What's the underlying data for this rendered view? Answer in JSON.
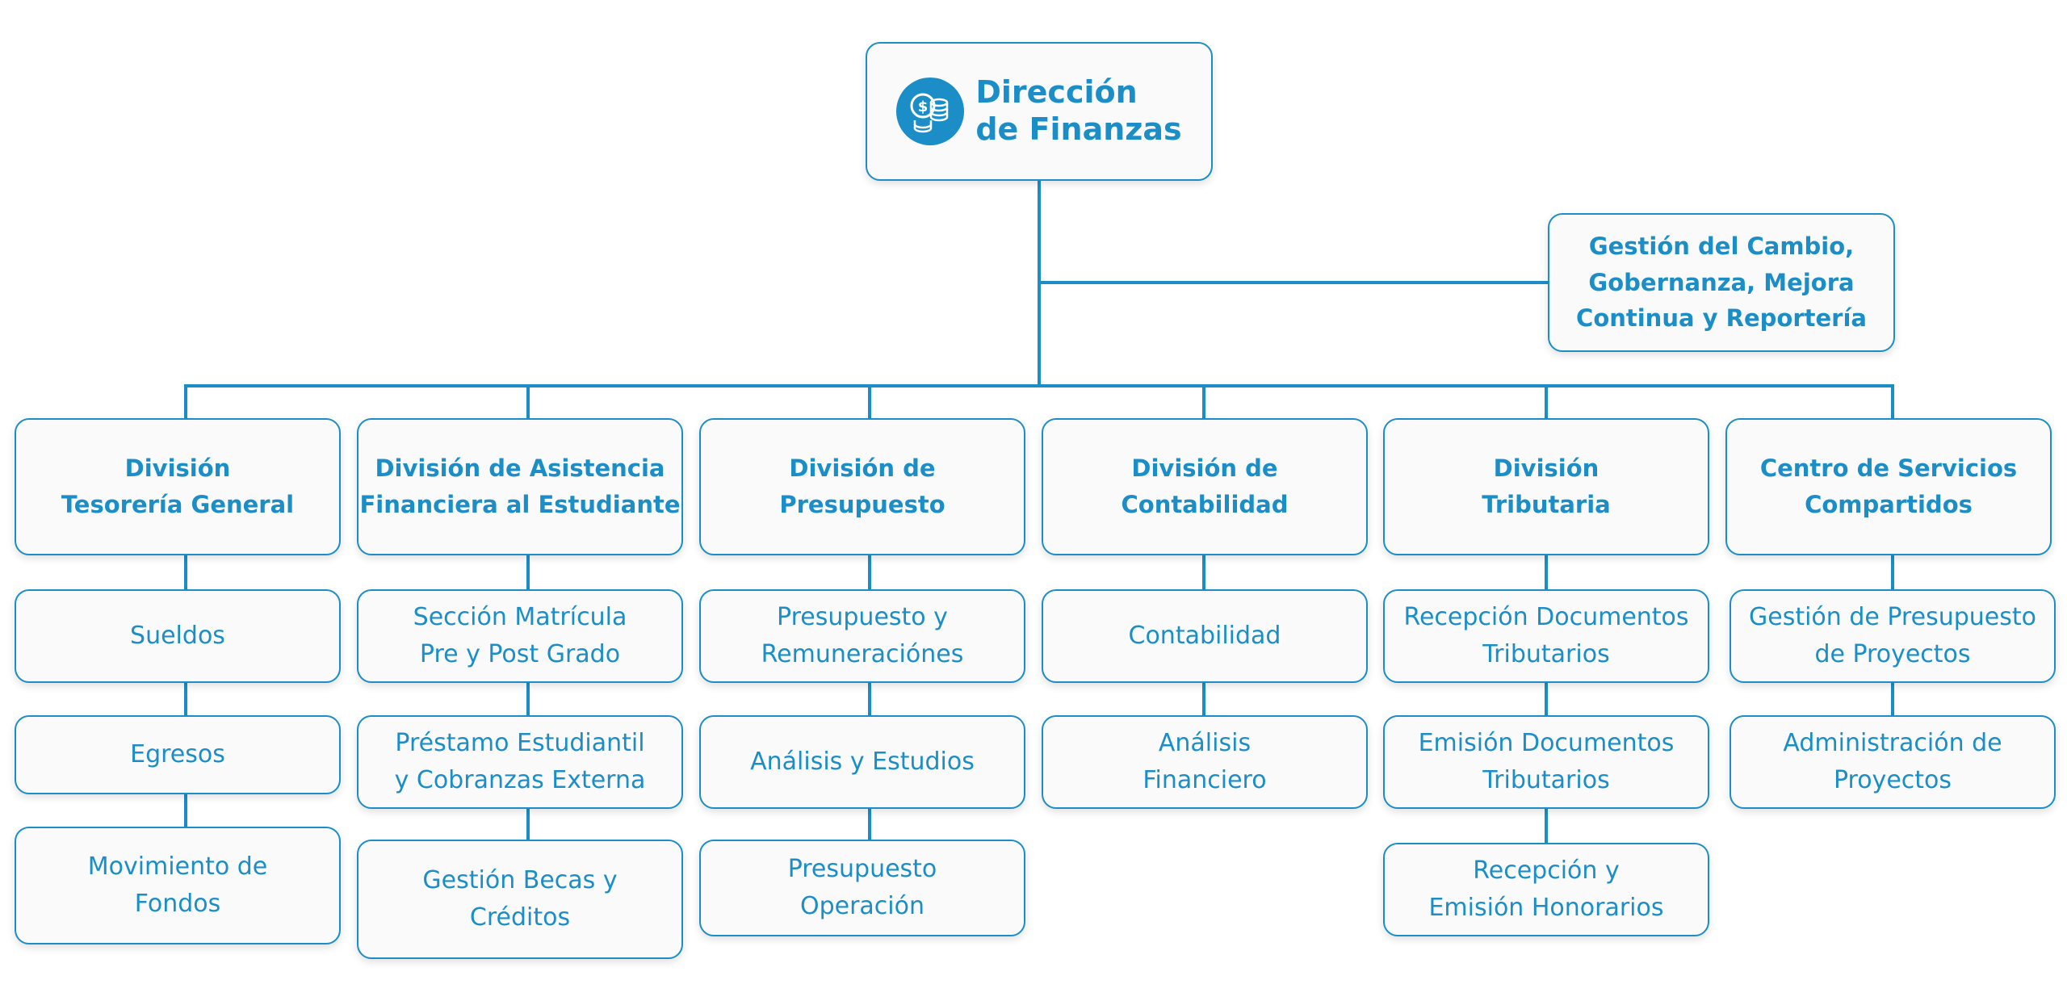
{
  "colors": {
    "accent": "#1b8ec8",
    "box_bg": "#fafafa"
  },
  "root": {
    "title": "Dirección\nde Finanzas",
    "icon": "coins-dollar-icon"
  },
  "side": {
    "title": "Gestión del Cambio,\nGobernanza, Mejora\nContinua y Reportería"
  },
  "columns": [
    {
      "title": "División\nTesorería General",
      "items": [
        "Sueldos",
        "Egresos",
        "Movimiento de\nFondos"
      ]
    },
    {
      "title": "División de Asistencia\nFinanciera al Estudiante",
      "items": [
        "Sección Matrícula\nPre y Post Grado",
        "Préstamo Estudiantil\ny Cobranzas Externa",
        "Gestión Becas y\nCréditos"
      ]
    },
    {
      "title": "División de\nPresupuesto",
      "items": [
        "Presupuesto y\nRemuneraciónes",
        "Análisis y Estudios",
        "Presupuesto\nOperación"
      ]
    },
    {
      "title": "División de\nContabilidad",
      "items": [
        "Contabilidad",
        "Análisis\nFinanciero"
      ]
    },
    {
      "title": "División\nTributaria",
      "items": [
        "Recepción Documentos\nTributarios",
        "Emisión Documentos\nTributarios",
        "Recepción y\nEmisión Honorarios"
      ]
    },
    {
      "title": "Centro de Servicios\nCompartidos",
      "items": [
        "Gestión de Presupuesto\nde Proyectos",
        "Administración de\nProyectos"
      ]
    }
  ]
}
